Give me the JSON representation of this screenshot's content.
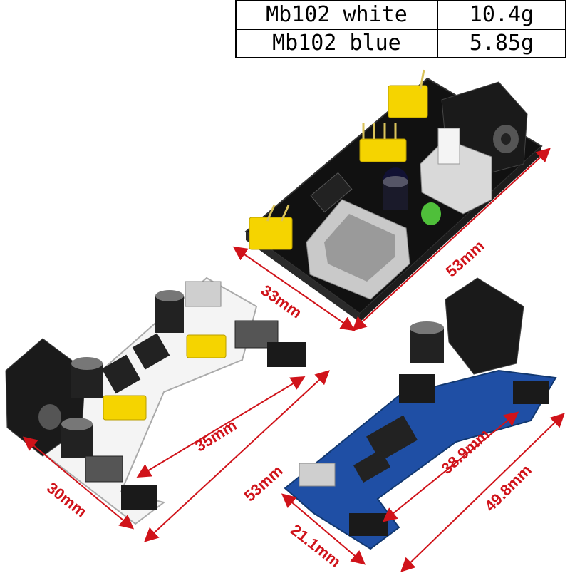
{
  "spec_table": {
    "rows": [
      {
        "name": "Mb102 white",
        "weight": "10.4g"
      },
      {
        "name": "Mb102 blue",
        "weight": "5.85g"
      }
    ]
  },
  "dimensions": {
    "black_board_width": "33mm",
    "black_board_length": "53mm",
    "white_board_width": "30mm",
    "white_board_inner": "35mm",
    "white_board_length": "53mm",
    "blue_board_width": "21.1mm",
    "blue_board_inner": "38.9mm",
    "blue_board_length": "49.8mm"
  },
  "colors": {
    "dimension_red": "#d0131a",
    "board_black": "#111111",
    "board_white": "#f4f4f4",
    "board_blue": "#1f4fa5",
    "header_yellow": "#f5d400"
  }
}
